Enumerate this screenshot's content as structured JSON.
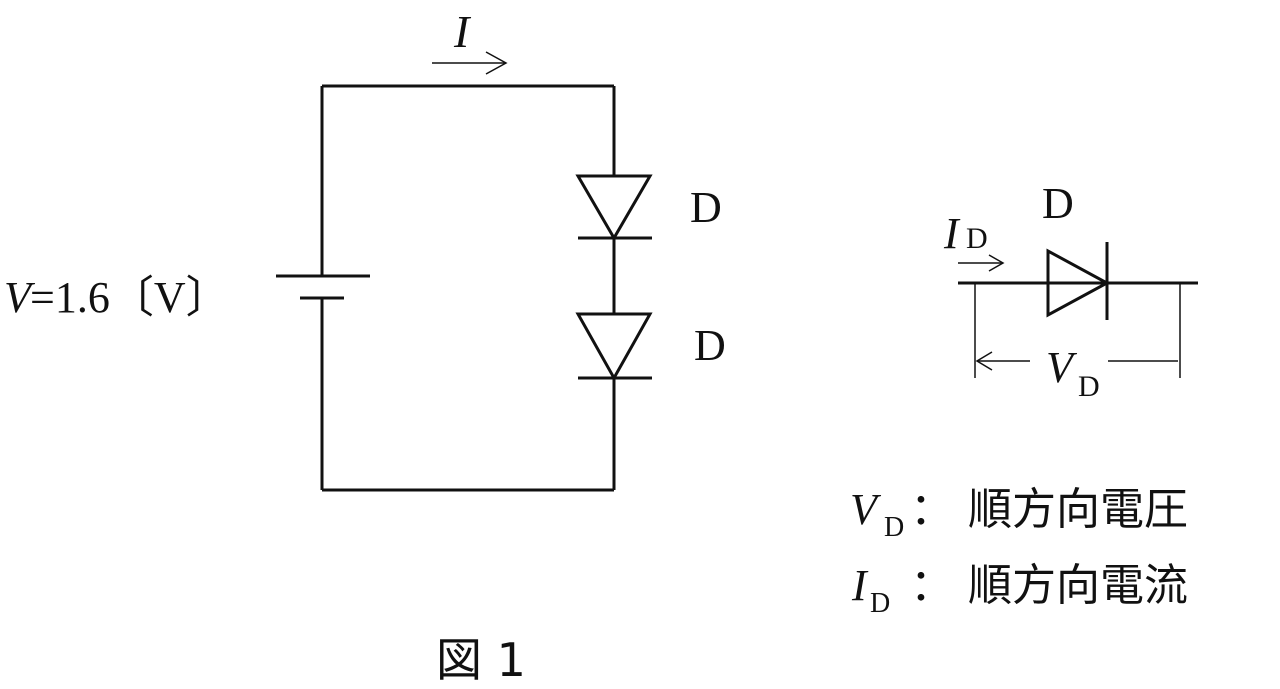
{
  "circuit": {
    "current_symbol": "I",
    "voltage_symbol": "V",
    "voltage_value": " =1.6〔V〕",
    "diode_top_label": "D",
    "diode_bottom_label": "D",
    "figure_caption": "図 1"
  },
  "diode_detail": {
    "label": "D",
    "current_symbol": "I",
    "current_subscript": "D",
    "voltage_symbol": "V",
    "voltage_subscript": "D"
  },
  "legend": {
    "vd_symbol": "V",
    "vd_subscript": "D",
    "vd_text": "： 順方向電圧",
    "id_symbol": "I",
    "id_subscript": "D",
    "id_text": "： 順方向電流"
  }
}
